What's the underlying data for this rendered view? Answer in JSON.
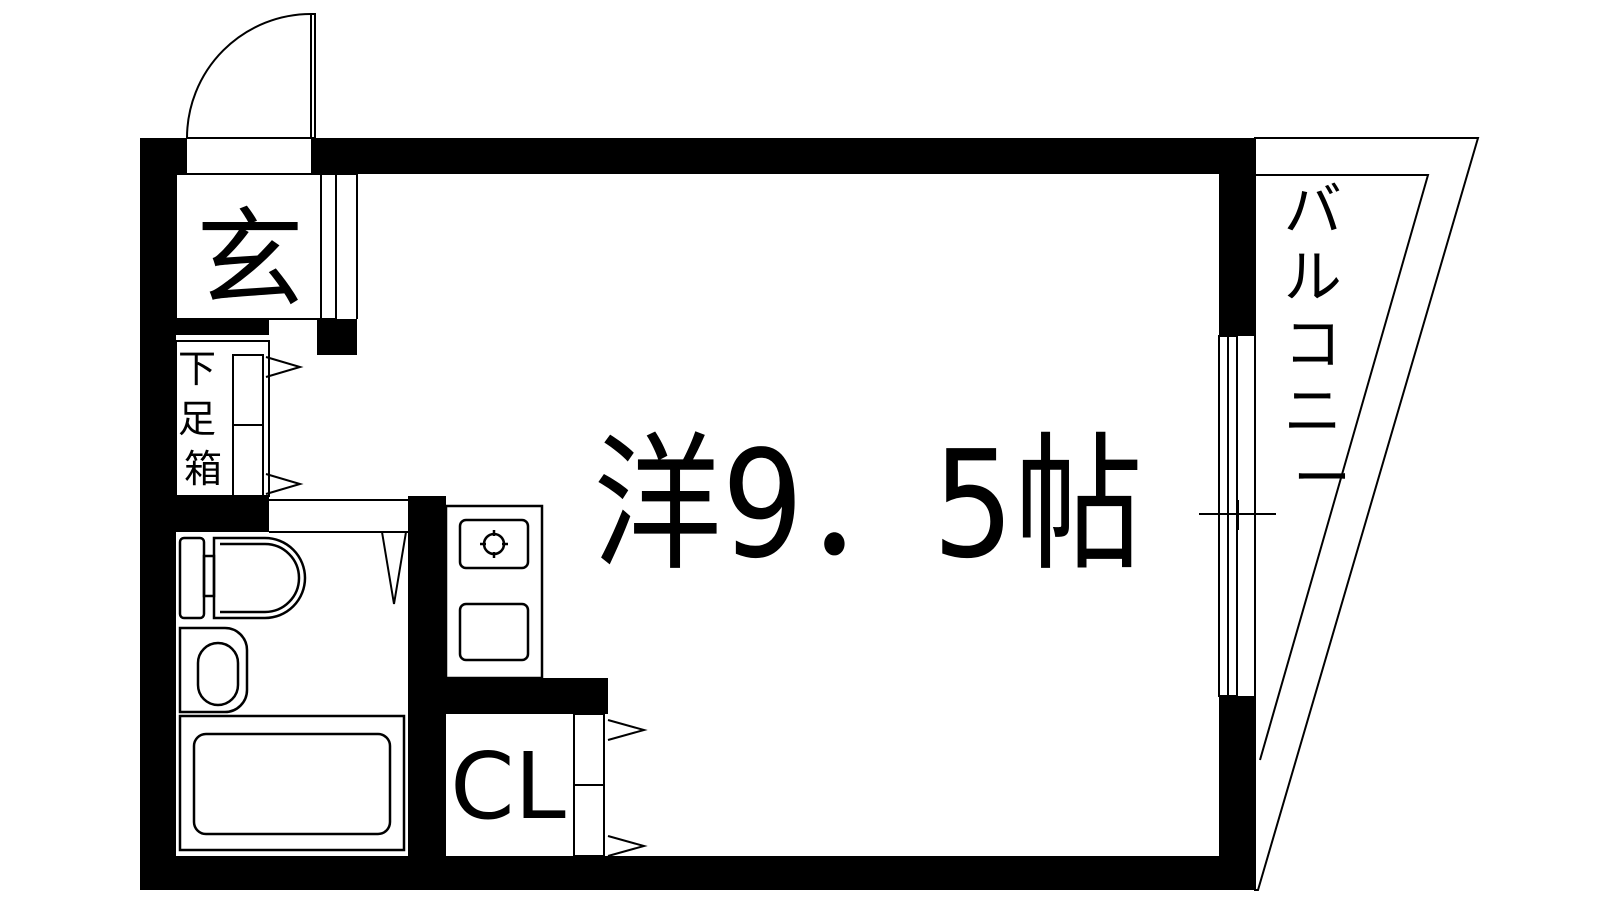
{
  "floor_plan": {
    "rooms": {
      "entrance": "玄",
      "shoe_box": "下足箱",
      "western_room": "洋9．5帖",
      "closet": "CL",
      "balcony": "バルコニー"
    },
    "colors": {
      "wall": "#000000",
      "line": "#000000",
      "background": "#ffffff"
    }
  }
}
